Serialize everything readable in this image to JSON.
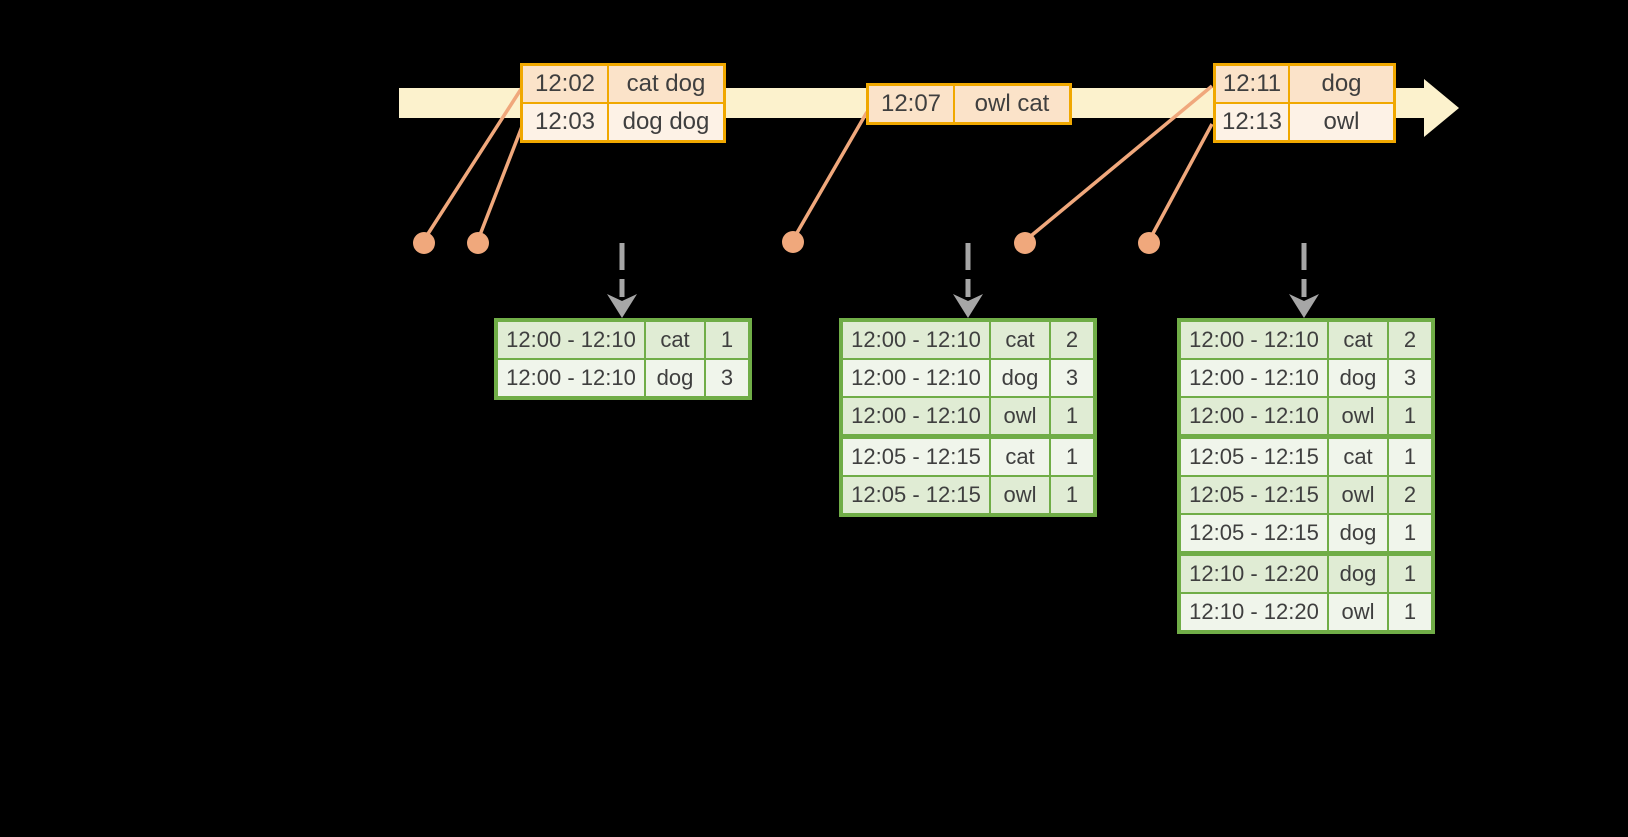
{
  "colors": {
    "background": "#000000",
    "band": "#fcf2cd",
    "gold": "#f0a800",
    "peach_dark": "#fbe3c9",
    "peach_light": "#fdf2e6",
    "connector": "#f0a87c",
    "green": "#70ad47",
    "green_dark": "#e0ecd4",
    "green_light": "#f0f5eb",
    "gray": "#a6a6a6",
    "text": "#3f3f3f"
  },
  "icons": {
    "timeline_arrow": "right-arrow-band",
    "event_marker": "filled-circle",
    "trigger_arrow": "dashed-down-arrow"
  },
  "event_tables": [
    {
      "rows": [
        {
          "time": "12:02",
          "words": "cat dog"
        },
        {
          "time": "12:03",
          "words": "dog dog"
        }
      ]
    },
    {
      "rows": [
        {
          "time": "12:07",
          "words": "owl cat"
        }
      ]
    },
    {
      "rows": [
        {
          "time": "12:11",
          "words": "dog"
        },
        {
          "time": "12:13",
          "words": "owl"
        }
      ]
    }
  ],
  "result_tables": [
    {
      "rows": [
        {
          "window": "12:00 - 12:10",
          "word": "cat",
          "count": "1"
        },
        {
          "window": "12:00 - 12:10",
          "word": "dog",
          "count": "3"
        }
      ]
    },
    {
      "rows": [
        {
          "window": "12:00 - 12:10",
          "word": "cat",
          "count": "2"
        },
        {
          "window": "12:00 - 12:10",
          "word": "dog",
          "count": "3"
        },
        {
          "window": "12:00 - 12:10",
          "word": "owl",
          "count": "1"
        },
        {
          "window": "12:05 - 12:15",
          "word": "cat",
          "count": "1"
        },
        {
          "window": "12:05 - 12:15",
          "word": "owl",
          "count": "1"
        }
      ]
    },
    {
      "rows": [
        {
          "window": "12:00 - 12:10",
          "word": "cat",
          "count": "2"
        },
        {
          "window": "12:00 - 12:10",
          "word": "dog",
          "count": "3"
        },
        {
          "window": "12:00 - 12:10",
          "word": "owl",
          "count": "1"
        },
        {
          "window": "12:05 - 12:15",
          "word": "cat",
          "count": "1"
        },
        {
          "window": "12:05 - 12:15",
          "word": "owl",
          "count": "2"
        },
        {
          "window": "12:05 - 12:15",
          "word": "dog",
          "count": "1"
        },
        {
          "window": "12:10 - 12:20",
          "word": "dog",
          "count": "1"
        },
        {
          "window": "12:10 - 12:20",
          "word": "owl",
          "count": "1"
        }
      ]
    }
  ]
}
